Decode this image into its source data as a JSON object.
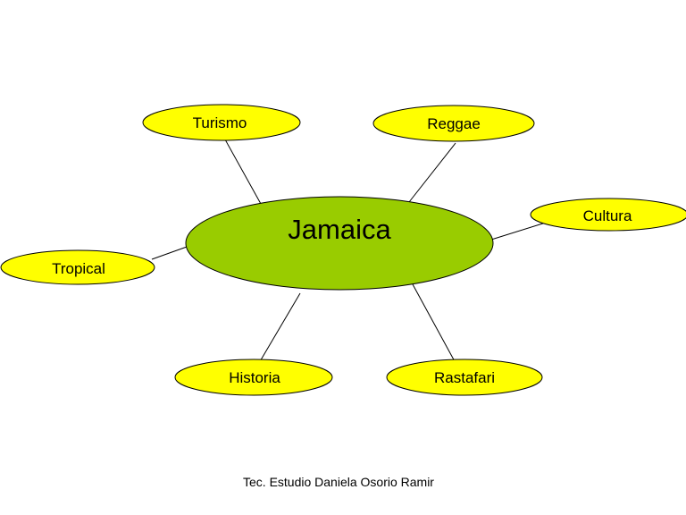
{
  "diagram": {
    "center": {
      "label": "Jamaica"
    },
    "nodes": [
      {
        "id": "turismo",
        "label": "Turismo"
      },
      {
        "id": "reggae",
        "label": "Reggae"
      },
      {
        "id": "cultura",
        "label": "Cultura"
      },
      {
        "id": "tropical",
        "label": "Tropical"
      },
      {
        "id": "historia",
        "label": "Historia"
      },
      {
        "id": "rastafari",
        "label": "Rastafari"
      }
    ]
  },
  "footer": {
    "text": "Tec. Estudio Daniela Osorio Ramir"
  },
  "colors": {
    "center_fill": "#99cc00",
    "node_fill": "#ffff00",
    "stroke": "#000000",
    "connector": "#000000"
  }
}
